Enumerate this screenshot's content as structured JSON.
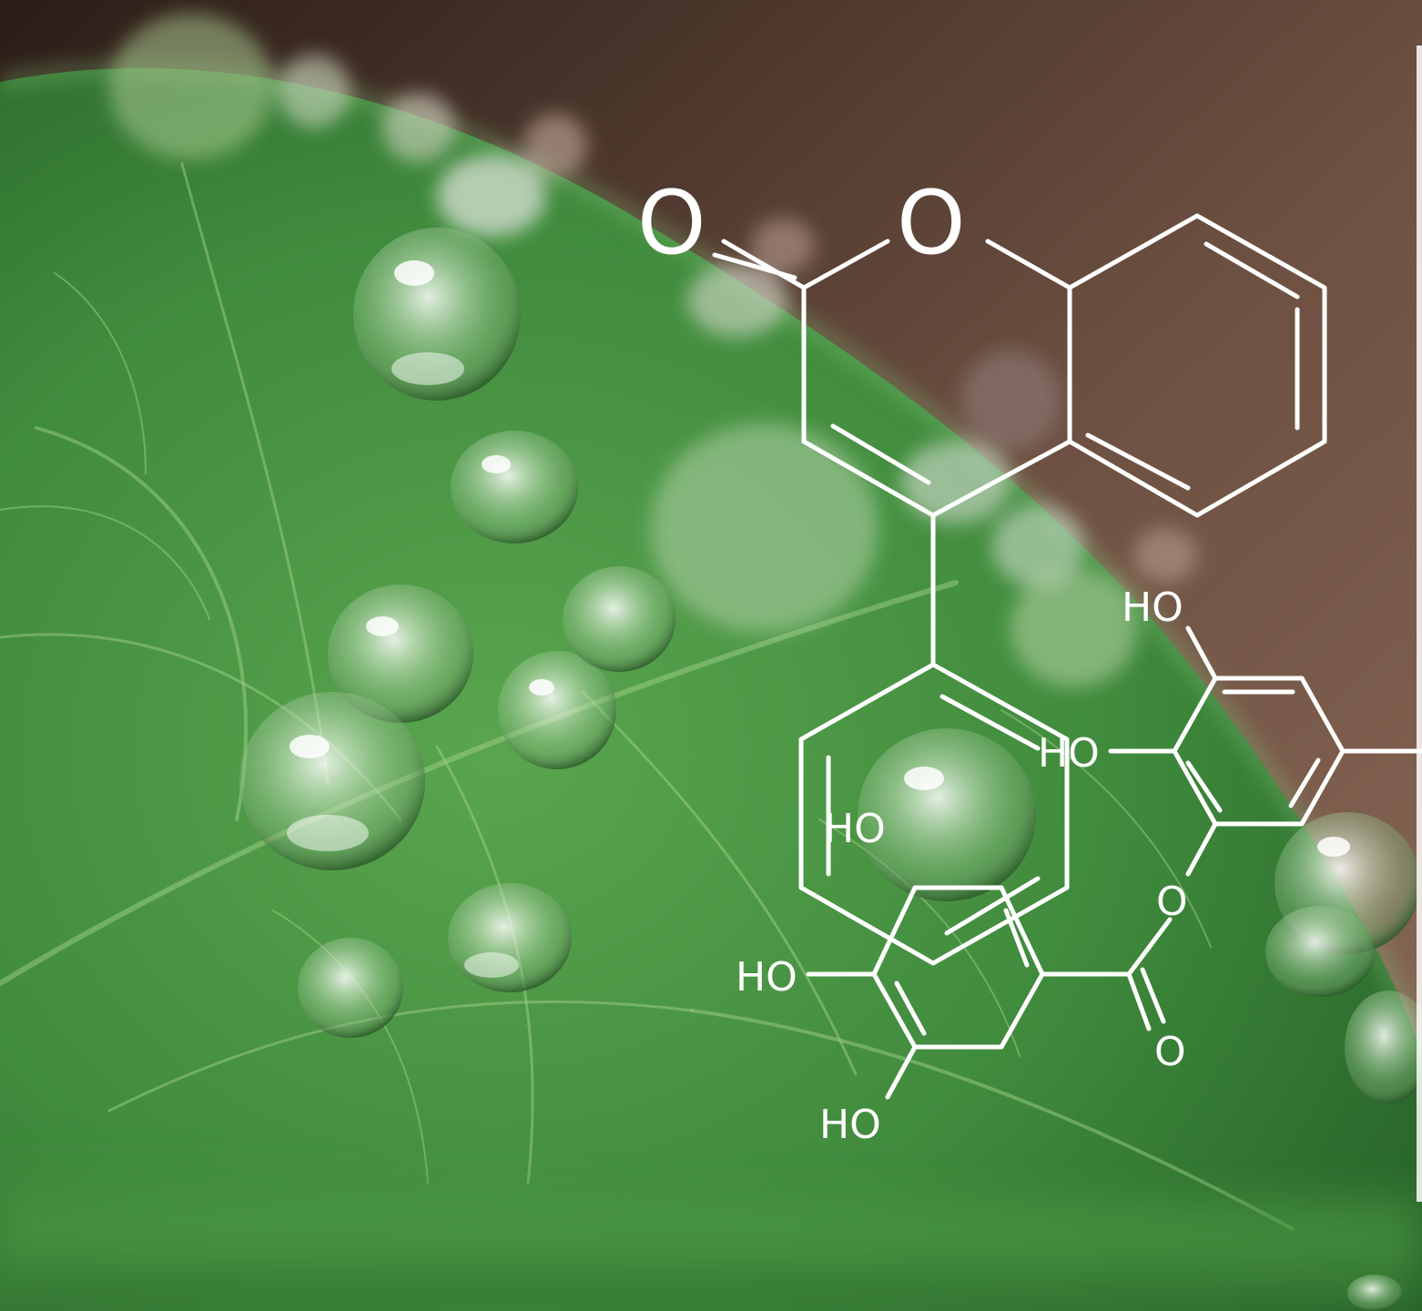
{
  "photo": {
    "subject": "leaf-with-water-droplets",
    "palette": {
      "background_dark": "#3d2a22",
      "background_light": "#8b6a58",
      "leaf_green": "#3f8a3c",
      "leaf_dark": "#245e26",
      "leaf_light": "#6fb35f",
      "vein": "#a8d48f",
      "line_color": "#ffffff"
    }
  },
  "molecule": {
    "labels": {
      "carbonyl_top": "O",
      "ring_oxygen": "O",
      "hydroxyl_1": "HO",
      "hydroxyl_2": "HO",
      "hydroxyl_3": "HO",
      "hydroxyl_4": "HO",
      "hydroxyl_5": "HO",
      "ester_oxygen": "O",
      "ester_carbonyl": "O"
    }
  }
}
